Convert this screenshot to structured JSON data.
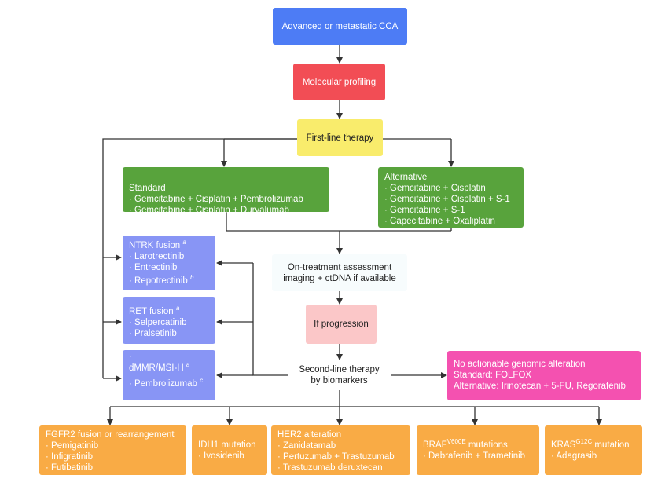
{
  "start": "Advanced or metastatic CCA",
  "profiling": "Molecular profiling",
  "first_line": "First-line therapy",
  "standard": {
    "title": "Standard",
    "items": [
      "· Gemcitabine + Cisplatin + Pembrolizumab",
      "· Gemcitabine + Cisplatin + Durvalumab"
    ]
  },
  "alternative": {
    "title": "Alternative",
    "items": [
      "· Gemcitabine + Cisplatin",
      "· Gemcitabine + Cisplatin + S-1",
      "· Gemcitabine + S-1",
      "· Capecitabine + Oxaliplatin"
    ]
  },
  "ntrk": {
    "title": "NTRK fusion",
    "title_note": "a",
    "items": [
      "· Larotrectinib",
      "· Entrectinib",
      "· Repotrectinib"
    ],
    "last_note": "b"
  },
  "ret": {
    "title": "RET fusion",
    "title_note": "a",
    "items": [
      "· Selpercatinib",
      "· Pralsetinib"
    ]
  },
  "dmmr": {
    "dot": "·",
    "title": "dMMR/MSI-H",
    "title_note": "a",
    "items": [
      "· Pembrolizumab"
    ],
    "item_note": "c"
  },
  "assessment": [
    "On-treatment assessment",
    "imaging + ctDNA if available"
  ],
  "progression": "If progression",
  "second_line": [
    "Second-line therapy",
    "by biomarkers"
  ],
  "no_target": {
    "title": "No actionable genomic alteration",
    "lines": [
      "Standard: FOLFOX",
      "Alternative: Irinotecan + 5-FU, Regorafenib"
    ]
  },
  "fgfr2": {
    "title": "FGFR2 fusion or rearrangement",
    "items": [
      "· Pemigatinib",
      "· Infigratinib",
      "· Futibatinib"
    ]
  },
  "idh1": {
    "title": "IDH1 mutation",
    "items": [
      "· Ivosidenib"
    ]
  },
  "her2": {
    "title": "HER2 alteration",
    "items": [
      "· Zanidatamab",
      "· Pertuzumab + Trastuzumab",
      "· Trastuzumab deruxtecan"
    ]
  },
  "braf": {
    "gene": "BRAF",
    "variant": "V600E",
    "suffix": " mutations",
    "items": [
      "· Dabrafenib + Trametinib"
    ]
  },
  "kras": {
    "gene": "KRAS",
    "variant": "G12C",
    "suffix": " mutation",
    "items": [
      "· Adagrasib"
    ]
  },
  "colors": {
    "start": "#4d7cf5",
    "profiling": "#f24d55",
    "first_line": "#f9ec6c",
    "regimens": "#58a33c",
    "fusion_targets": "#8895f5",
    "progression": "#fbc7c8",
    "no_target": "#f451b0",
    "targeted": "#f9ab45",
    "connector": "#333333"
  }
}
